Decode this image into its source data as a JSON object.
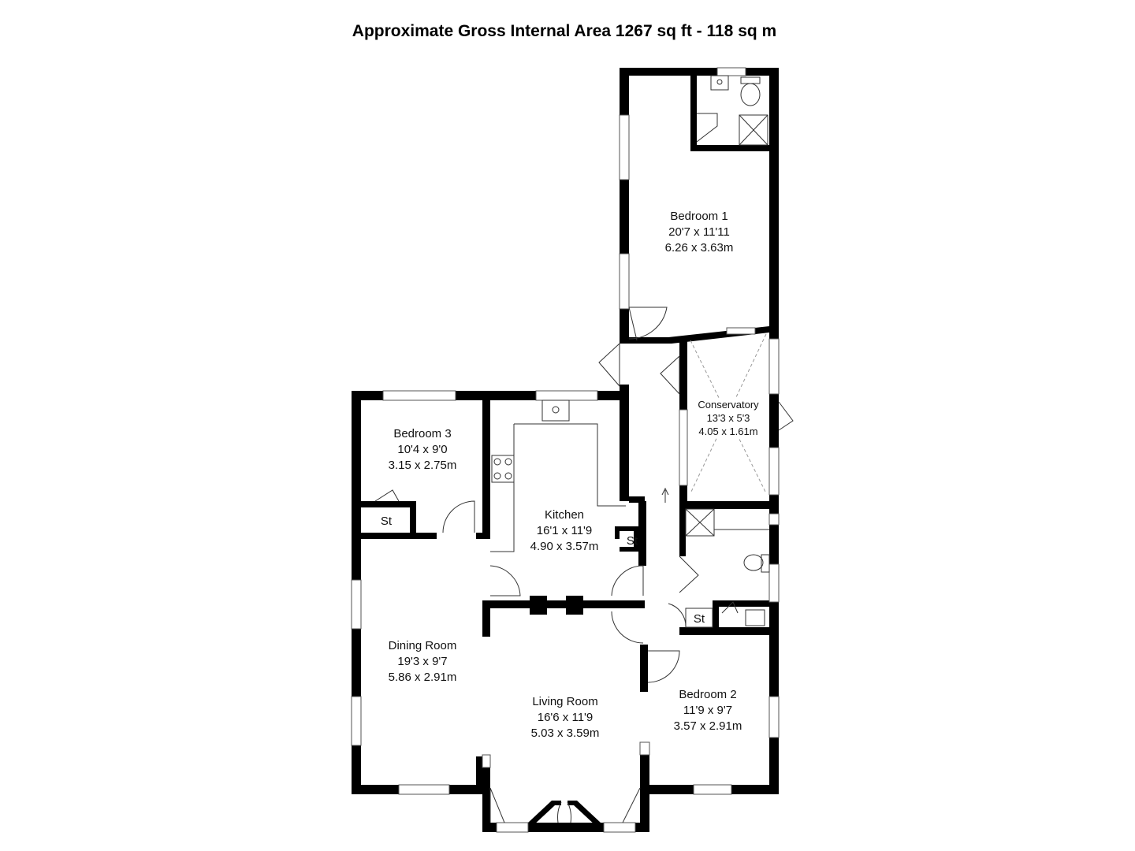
{
  "header": {
    "title": "Approximate Gross Internal Area 1267 sq ft - 118 sq m"
  },
  "rooms": {
    "bedroom1": {
      "name": "Bedroom 1",
      "imperial": "20'7 x 11'11",
      "metric": "6.26 x 3.63m"
    },
    "conservatory": {
      "name": "Conservatory",
      "imperial": "13'3 x 5'3",
      "metric": "4.05 x 1.61m"
    },
    "bedroom3": {
      "name": "Bedroom 3",
      "imperial": "10'4 x 9'0",
      "metric": "3.15 x 2.75m"
    },
    "kitchen": {
      "name": "Kitchen",
      "imperial": "16'1 x 11'9",
      "metric": "4.90 x 3.57m"
    },
    "dining": {
      "name": "Dining Room",
      "imperial": "19'3 x 9'7",
      "metric": "5.86 x 2.91m"
    },
    "living": {
      "name": "Living Room",
      "imperial": "16'6 x 11'9",
      "metric": "5.03 x 3.59m"
    },
    "bedroom2": {
      "name": "Bedroom 2",
      "imperial": "11'9 x 9'7",
      "metric": "3.57 x 2.91m"
    }
  },
  "storage": {
    "st1": "St",
    "st2": "St",
    "st3": "St"
  }
}
